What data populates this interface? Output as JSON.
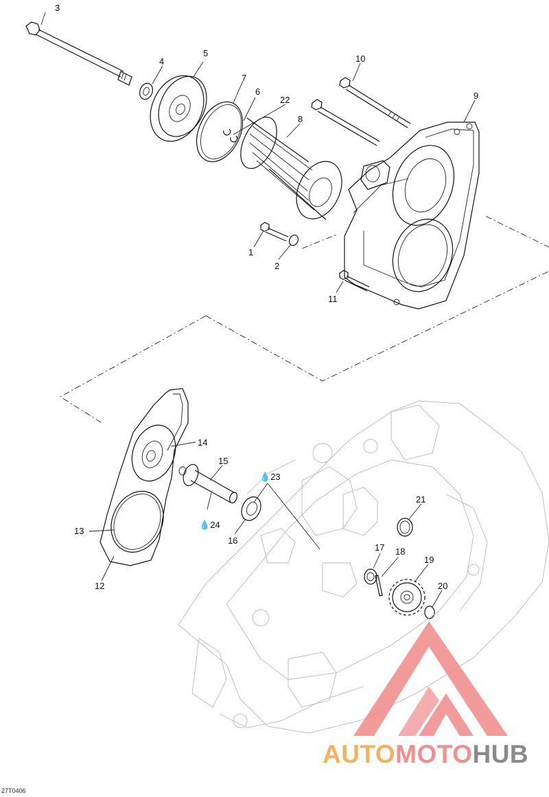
{
  "diagram": {
    "reference_code": "27T0406",
    "callouts": [
      "1",
      "2",
      "3",
      "4",
      "5",
      "6",
      "7",
      "8",
      "9",
      "10",
      "11",
      "12",
      "13",
      "14",
      "15",
      "16",
      "17",
      "18",
      "19",
      "20",
      "21",
      "22",
      "23",
      "24"
    ],
    "oil_drop_symbol": " "
  },
  "watermark": {
    "part1": "AUTO",
    "part2": "MOTO",
    "part3": "HUB",
    "colors": {
      "auto": "#f4b25f",
      "moto": "#ef8f8f",
      "hub": "#8a8a8a",
      "logo": "#f08a8a"
    }
  }
}
